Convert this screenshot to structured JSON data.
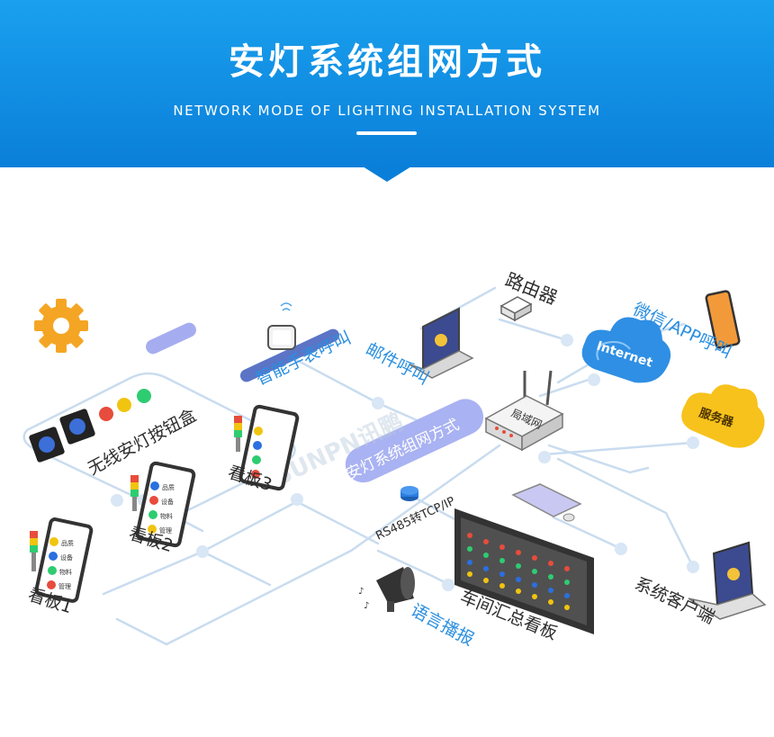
{
  "header": {
    "title": "安灯系统组网方式",
    "subtitle": "NETWORK MODE OF LIGHTING INSTALLATION SYSTEM"
  },
  "nodes": {
    "router": "路由器",
    "wechat_app": "微信/APP呼叫",
    "internet": "Internet",
    "server": "服务器",
    "smart_watch": "智能手表呼叫",
    "email": "邮件呼叫",
    "lan": "局域网",
    "wireless_button_box": "无线安灯按钮盒",
    "board3": "看板3",
    "board2": "看板2",
    "board1": "看板1",
    "network_badge": "安灯系统组网方式",
    "rs485": "RS485转TCP/IP",
    "workshop_board": "车间汇总看板",
    "voice": "语言播报",
    "client": "系统客户端"
  },
  "board_items": [
    "品质",
    "设备",
    "物料",
    "管理"
  ],
  "watermark": "SUNPN讯鹏",
  "colors": {
    "header": "#0a7fd9",
    "line": "#c5d8ee",
    "label_blue": "#2b8fe0",
    "label_dark": "#2c2c2c",
    "badge": "#a9b2f2",
    "gear": "#f5a524",
    "cloud_internet": "#2f8fe4",
    "cloud_server": "#f7c21c"
  }
}
